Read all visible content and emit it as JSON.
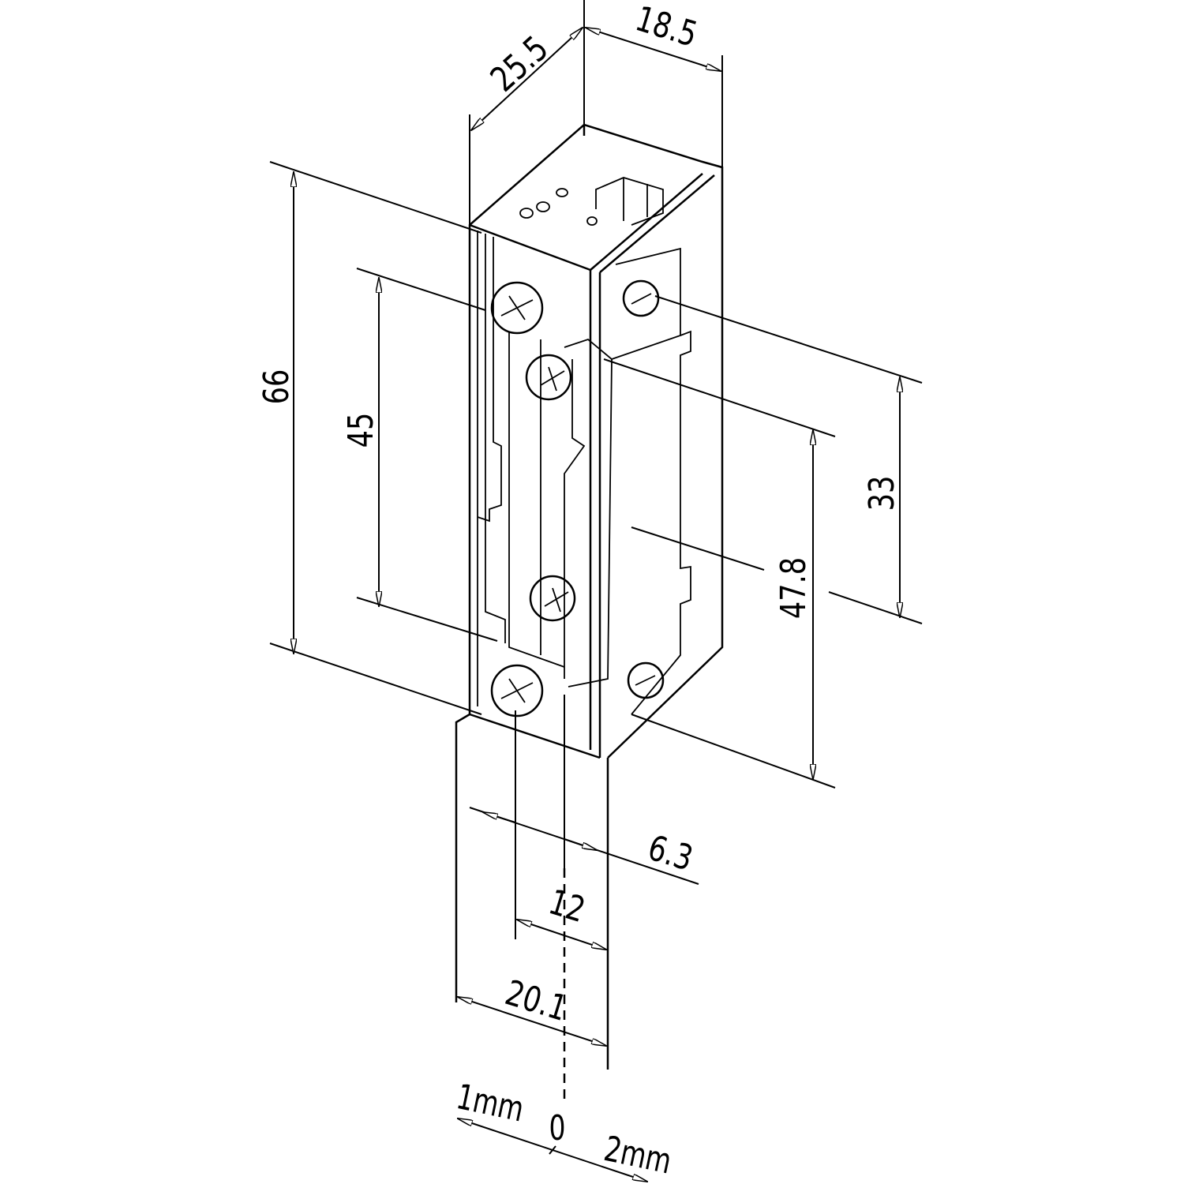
{
  "drawing": {
    "title_units": "mm",
    "dimensions": {
      "depth": "25.5",
      "width": "18.5",
      "overall_height": "66",
      "screw_spacing": "45",
      "latch_center_offset": "33",
      "latch_length": "47.8",
      "offset_6_3": "6.3",
      "offset_12": "12",
      "faceplate_width": "20.1"
    },
    "scale": {
      "left": "1mm",
      "center": "0",
      "right": "2mm"
    }
  }
}
